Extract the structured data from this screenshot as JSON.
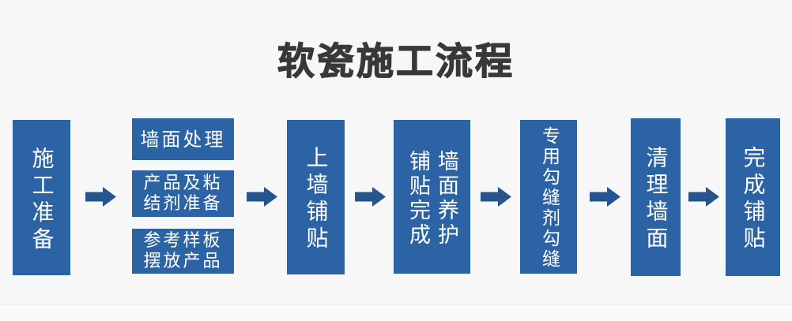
{
  "page": {
    "title": "软瓷施工流程",
    "background_color": "#f7f7f7"
  },
  "colors": {
    "box_fill": "#2c63a4",
    "arrow_fill": "#26548e",
    "box_text": "#ffffff",
    "title_text": "#383838"
  },
  "flow": {
    "stage1": {
      "label": "施工准备"
    },
    "stage2": {
      "box1": {
        "label": "墙面处理"
      },
      "box2": {
        "label": "产品及粘结剂准备",
        "line1": "产品及粘",
        "line2": "结剂准备"
      },
      "box3": {
        "label": "参考样板摆放产品",
        "line1": "参考样板",
        "line2": "摆放产品"
      }
    },
    "stage3": {
      "label": "上墙铺贴"
    },
    "stage4": {
      "label": "铺贴完成墙面养护",
      "left_column": "铺贴完成",
      "right_column": "墙面养护"
    },
    "stage5": {
      "label": "专用勾缝剂勾缝"
    },
    "stage6": {
      "label": "清理墙面"
    },
    "stage7": {
      "label": "完成铺贴"
    }
  },
  "icons": {
    "flow_arrow": "right-block-arrow"
  }
}
